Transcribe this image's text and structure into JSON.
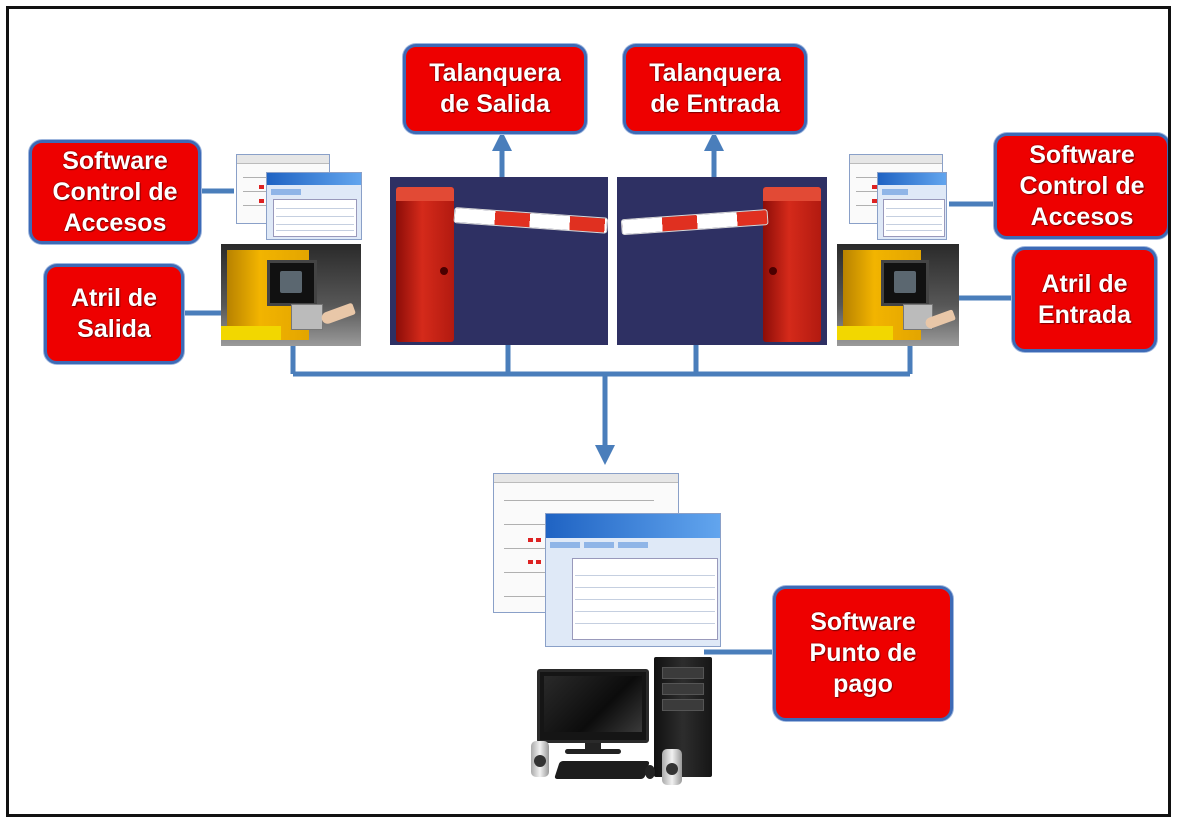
{
  "labels": {
    "barrier_exit": "Talanquera\nde Salida",
    "barrier_entry": "Talanquera\nde Entrada",
    "access_software_left": "Software\nControl de\nAccesos",
    "access_software_right": "Software\nControl de\nAccesos",
    "kiosk_exit": "Atril de\nSalida",
    "kiosk_entry": "Atril de\nEntrada",
    "payment_software": "Software\nPunto de\npago"
  },
  "colors": {
    "label_fill": "#ee0000",
    "label_border": "#3d6ab6",
    "connector": "#4a7ebb",
    "barrier_background": "#2e3063",
    "kiosk_yellow": "#f2b400"
  },
  "icons": {
    "barrier": "parking-barrier-gate",
    "kiosk": "ticket-kiosk",
    "software": "software-window-screens",
    "computer": "desktop-computer"
  }
}
